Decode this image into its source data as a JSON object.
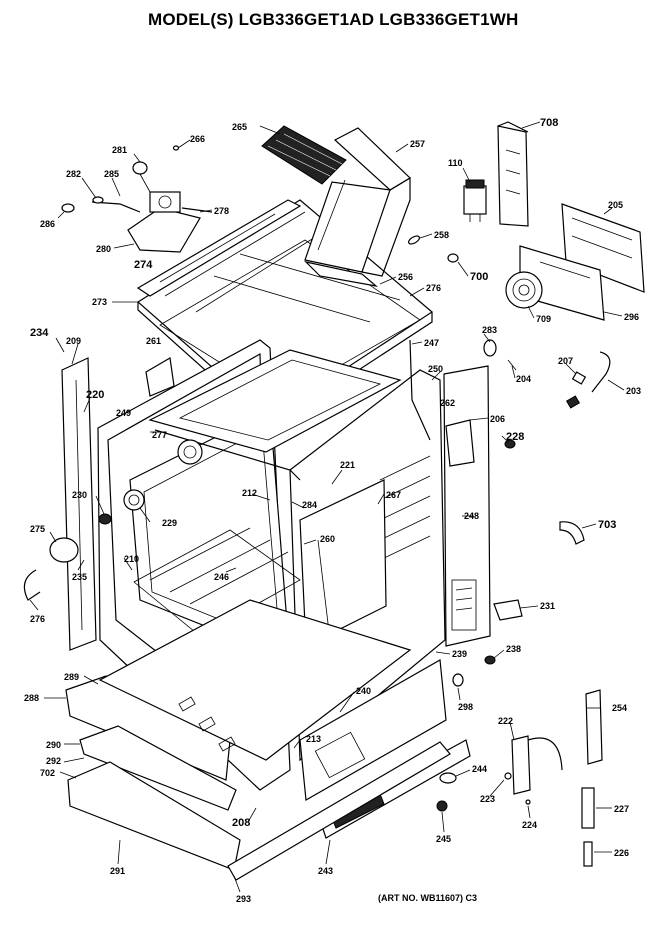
{
  "title": "MODEL(S) LGB336GET1AD  LGB336GET1WH",
  "art_number": "(ART NO. WB11607) C3",
  "callouts": {
    "p266": "266",
    "p265": "265",
    "p257": "257",
    "p110": "110",
    "p708": "708",
    "p281": "281",
    "p282": "282",
    "p285": "285",
    "p278": "278",
    "p286": "286",
    "p280": "280",
    "p274": "274",
    "p258": "258",
    "p700": "700",
    "p205": "205",
    "p256": "256",
    "p276": "276",
    "p273": "273",
    "p709": "709",
    "p296": "296",
    "p234": "234",
    "p209": "209",
    "p261": "261",
    "p247": "247",
    "p283": "283",
    "p207": "207",
    "p220": "220",
    "p277": "277",
    "p250": "250",
    "p204": "204",
    "p203": "203",
    "p249": "249",
    "p262": "262",
    "p206": "206",
    "p228": "228",
    "p221": "221",
    "p230": "230",
    "p212": "212",
    "p284": "284",
    "p267": "267",
    "p229": "229",
    "p275": "275",
    "p210": "210",
    "p260": "260",
    "p248": "248",
    "p703": "703",
    "p246": "246",
    "p235": "235",
    "p276b": "276",
    "p231": "231",
    "p239": "239",
    "p238": "238",
    "p289": "289",
    "p240": "240",
    "p288": "288",
    "p298": "298",
    "p254": "254",
    "p290": "290",
    "p213": "213",
    "p222": "222",
    "p292": "292",
    "p244": "244",
    "p702": "702",
    "p223": "223",
    "p208": "208",
    "p245": "245",
    "p224": "224",
    "p227": "227",
    "p226": "226",
    "p291": "291",
    "p243": "243",
    "p293": "293"
  }
}
